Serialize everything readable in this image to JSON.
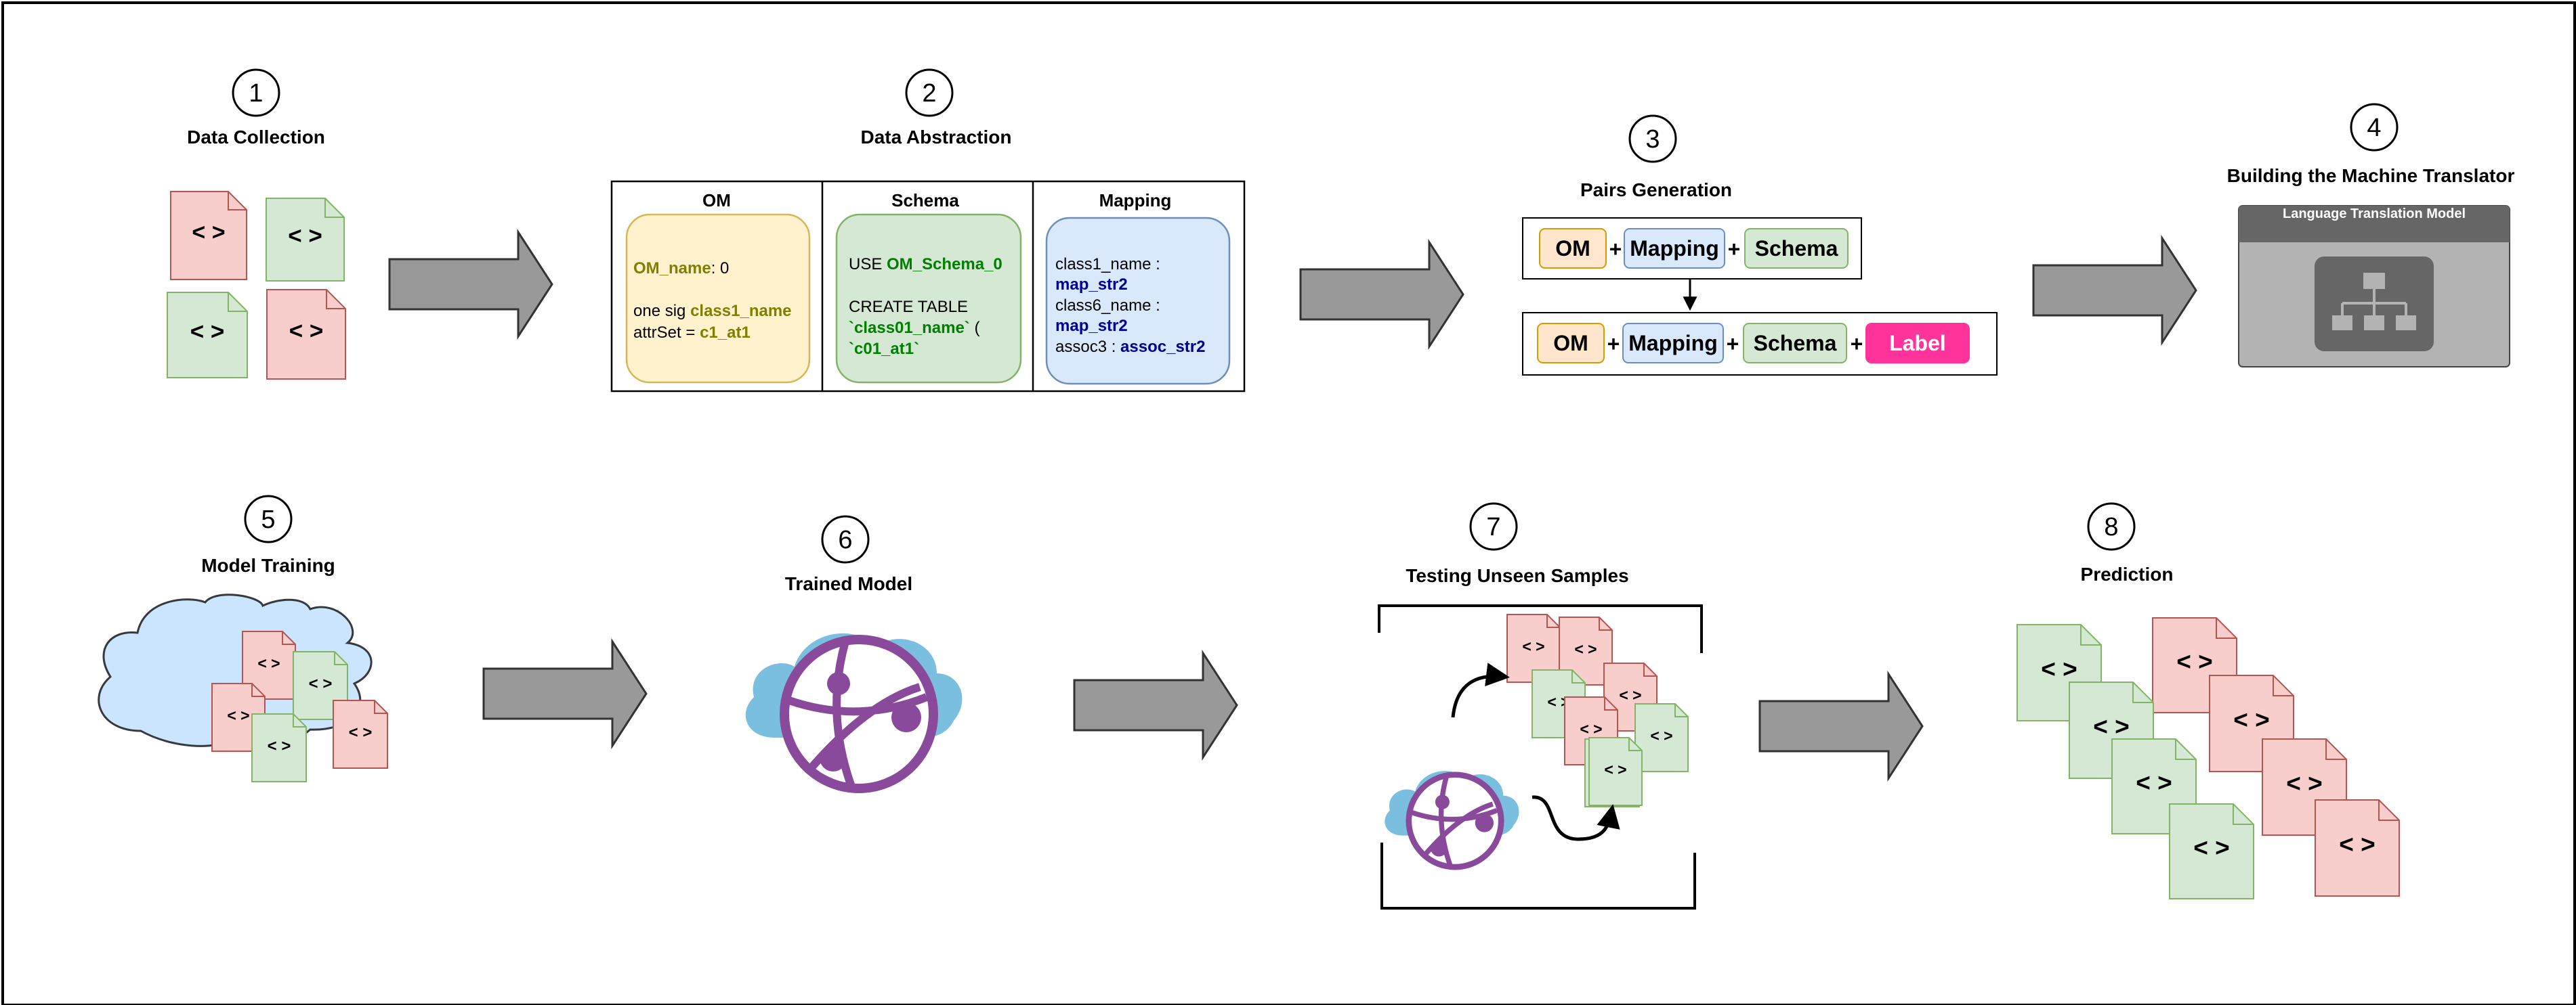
{
  "steps": [
    {
      "number": "1",
      "title": "Data Collection"
    },
    {
      "number": "2",
      "title": "Data Abstraction"
    },
    {
      "number": "3",
      "title": "Pairs Generation"
    },
    {
      "number": "4",
      "title": "Building the Machine Translator"
    },
    {
      "number": "5",
      "title": "Model Training"
    },
    {
      "number": "6",
      "title": "Trained Model"
    },
    {
      "number": "7",
      "title": "Testing Unseen Samples"
    },
    {
      "number": "8",
      "title": "Prediction"
    }
  ],
  "doc_glyph": "< >",
  "abstraction": {
    "om": {
      "header": "OM",
      "line1_key": "OM_name",
      "line1_rest": ": 0",
      "line2_pre": "one sig ",
      "line2_key": "class1_name",
      "line3_pre": "attrSet = ",
      "line3_key": "c1_at1"
    },
    "schema": {
      "header": "Schema",
      "line1_pre": "USE ",
      "line1_key": "OM_Schema_0",
      "line2": "CREATE TABLE",
      "line3_key": "`class01_name`",
      "line3_rest": " (",
      "line4_key": "`c01_at1`"
    },
    "mapping": {
      "header": "Mapping",
      "line1": "class1_name :",
      "line2_key": "map_str2",
      "line3": "class6_name :",
      "line4_key": "map_str2",
      "line5_pre": "assoc3 : ",
      "line5_key": "assoc_str2"
    }
  },
  "pairs": {
    "om": "OM",
    "mapping": "Mapping",
    "schema": "Schema",
    "label": "Label",
    "plus": "+"
  },
  "translator": {
    "title": "Language Translation Model",
    "icon": "hierarchy-icon"
  },
  "icons": {
    "cloud": "cloud-icon",
    "network": "network-globe-icon",
    "document": "code-document-icon",
    "arrow": "right-arrow-icon"
  },
  "colors": {
    "doc_red_fill": "#f8cecc",
    "doc_red_stroke": "#b85450",
    "doc_green_fill": "#d5e8d4",
    "doc_green_stroke": "#82b366",
    "om_fill": "#fff2cc",
    "om_stroke": "#d6b656",
    "om_key": "#808000",
    "schema_key": "#008000",
    "mapping_fill": "#dae8fc",
    "mapping_stroke": "#6c8ebf",
    "mapping_key": "#000099",
    "pill_om": "#ffe6cc",
    "pill_om_stroke": "#d79b00",
    "label_fill": "#ff3399",
    "arrow_fill": "#999999",
    "arrow_stroke": "#333333",
    "cloud_fill": "#cce5ff",
    "cloud_stroke": "#36393d",
    "web_cloud": "#7bbfe0",
    "web_purple": "#8a4a9c",
    "translator_bg": "#b3b3b3",
    "translator_bar": "#666666",
    "translator_icon_bg": "#666666"
  }
}
